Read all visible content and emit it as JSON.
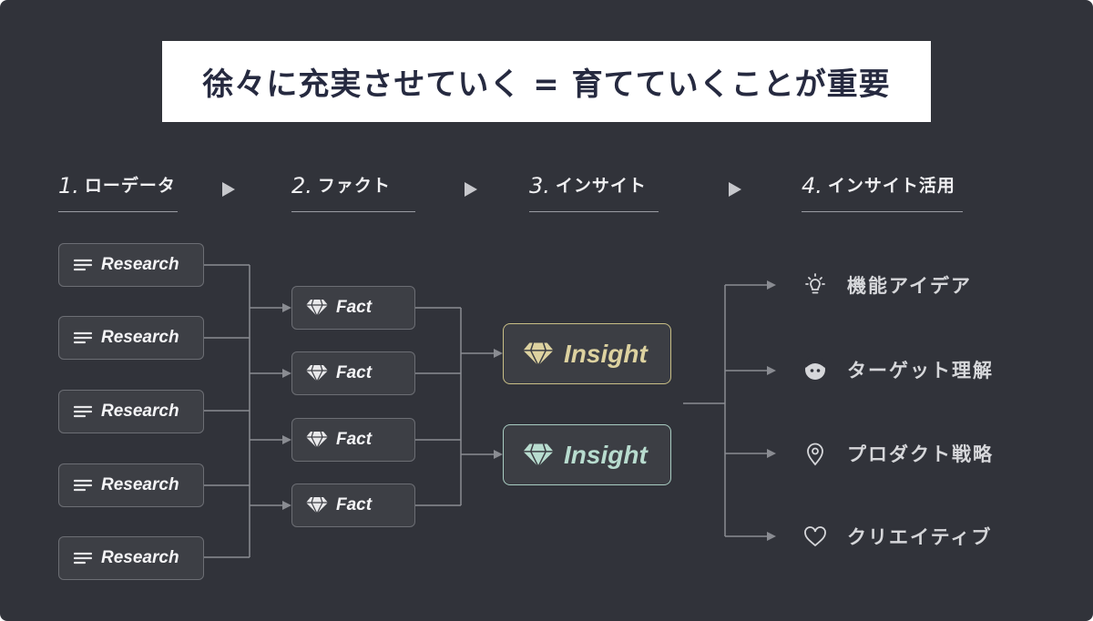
{
  "title": "徐々に充実させていく = 育てていくことが重要",
  "steps": [
    {
      "num": "1.",
      "label": "ローデータ"
    },
    {
      "num": "2.",
      "label": "ファクト"
    },
    {
      "num": "3.",
      "label": "インサイト"
    },
    {
      "num": "4.",
      "label": "インサイト活用"
    }
  ],
  "research_nodes": [
    {
      "label": "Research"
    },
    {
      "label": "Research"
    },
    {
      "label": "Research"
    },
    {
      "label": "Research"
    },
    {
      "label": "Research"
    }
  ],
  "fact_nodes": [
    {
      "label": "Fact"
    },
    {
      "label": "Fact"
    },
    {
      "label": "Fact"
    },
    {
      "label": "Fact"
    }
  ],
  "insight_nodes": [
    {
      "label": "Insight",
      "color": "#ddd2a0"
    },
    {
      "label": "Insight",
      "color": "#b8dccf"
    }
  ],
  "outcomes": [
    {
      "label": "機能アイデア",
      "icon": "lightbulb-icon"
    },
    {
      "label": "ターゲット理解",
      "icon": "face-icon"
    },
    {
      "label": "プロダクト戦略",
      "icon": "location-pin-icon"
    },
    {
      "label": "クリエイティブ",
      "icon": "heart-icon"
    }
  ],
  "colors": {
    "background": "#31333a",
    "node_fill": "#3d3f45",
    "node_border": "#6c6e74",
    "connector": "#8a8c92",
    "insight_gold": "#c9bf86",
    "insight_teal": "#a9cdc2",
    "title_text": "#262a40"
  }
}
